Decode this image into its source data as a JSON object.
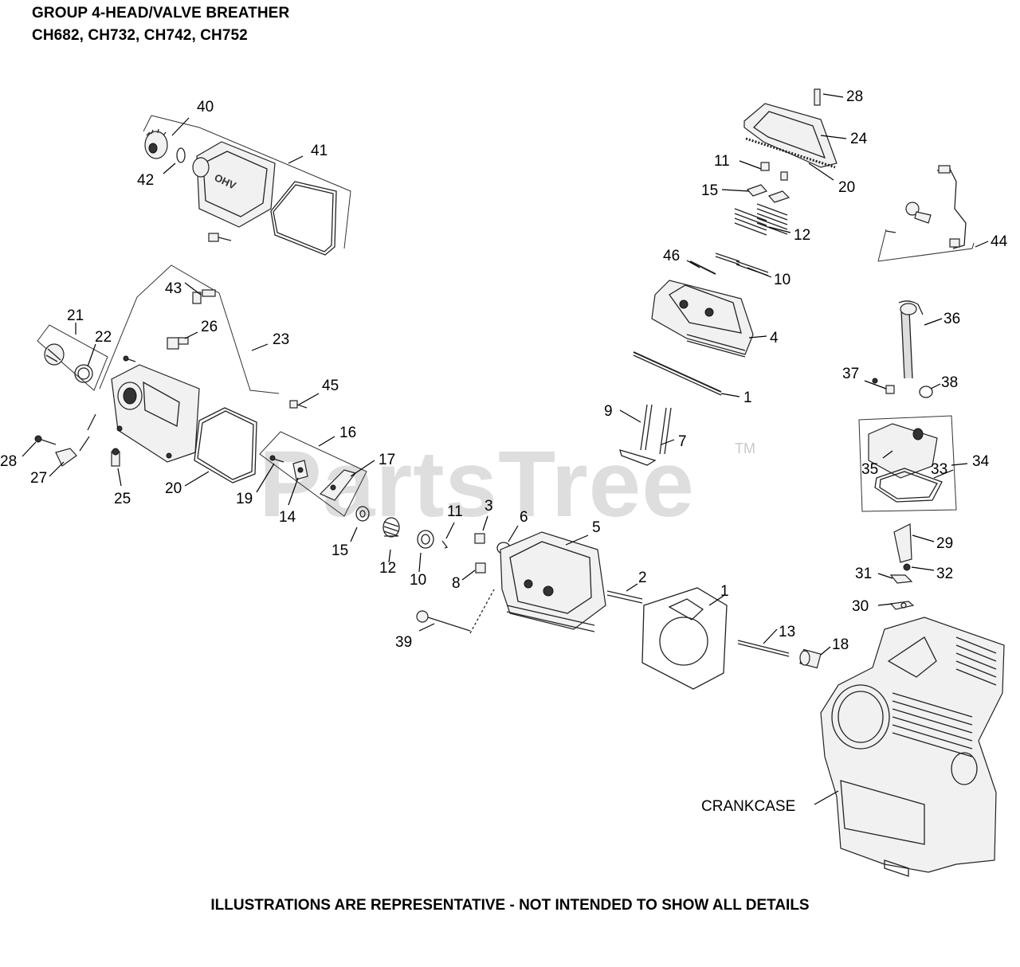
{
  "header": {
    "title": "GROUP 4-HEAD/VALVE BREATHER",
    "models": "CH682, CH732, CH742, CH752"
  },
  "footer": "ILLUSTRATIONS ARE REPRESENTATIVE - NOT INTENDED TO SHOW ALL DETAILS",
  "watermark": {
    "text": "PartsTree",
    "tm": "TM"
  },
  "callouts": {
    "c40": "40",
    "c41": "41",
    "c42": "42",
    "c43": "43",
    "c26": "26",
    "c23": "23",
    "c21": "21",
    "c22": "22",
    "c45": "45",
    "c16": "16",
    "c17": "17",
    "c19": "19",
    "c14": "14",
    "c28a": "28",
    "c27": "27",
    "c25": "25",
    "c20a": "20",
    "c15a": "15",
    "c12a": "12",
    "c10a": "10",
    "c11a": "11",
    "c3": "3",
    "c6": "6",
    "c5": "5",
    "c8": "8",
    "c2": "2",
    "c1a": "1",
    "c39": "39",
    "c13": "13",
    "c18": "18",
    "c28b": "28",
    "c24": "24",
    "c11b": "11",
    "c20b": "20",
    "c15b": "15",
    "c12b": "12",
    "c46": "46",
    "c10b": "10",
    "c4": "4",
    "c1b": "1",
    "c9": "9",
    "c7": "7",
    "c44": "44",
    "c36": "36",
    "c37": "37",
    "c38": "38",
    "c35": "35",
    "c33": "33",
    "c34": "34",
    "c29": "29",
    "c31": "31",
    "c32": "32",
    "c30": "30"
  },
  "crankcase_label": "CRANKCASE",
  "valve_cover_text": "OHV"
}
